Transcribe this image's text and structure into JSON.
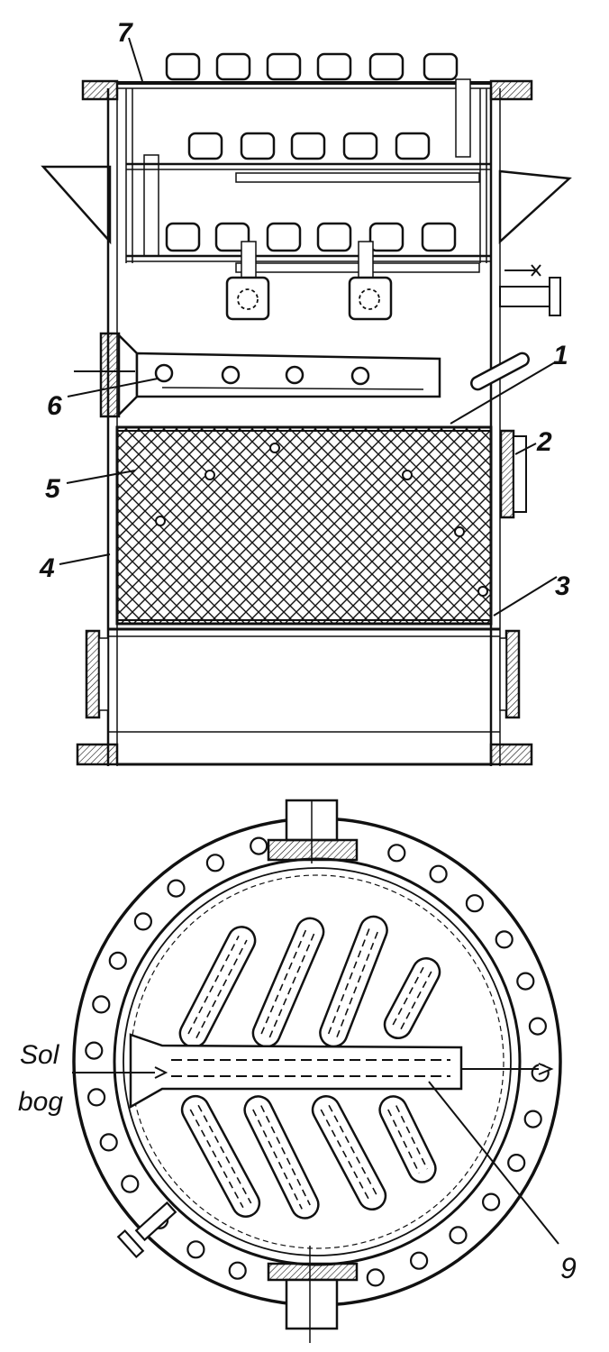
{
  "labels": {
    "n1": "1",
    "n2": "2",
    "n3": "3",
    "n4": "4",
    "n5": "5",
    "n6": "6",
    "n7": "7",
    "n9": "9",
    "sol": "Sol",
    "bog": "bog"
  }
}
